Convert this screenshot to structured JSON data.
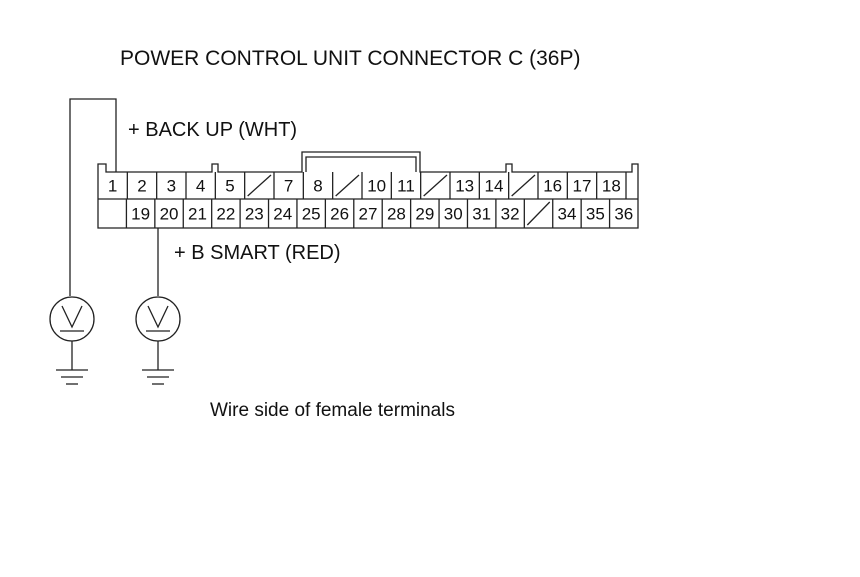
{
  "title": "POWER CONTROL UNIT CONNECTOR C (36P)",
  "wire_labels": {
    "backup": "+ BACK UP (WHT)",
    "bsmart": "+ B SMART (RED)"
  },
  "caption": "Wire side of female terminals",
  "connector": {
    "top_row": [
      "1",
      "2",
      "3",
      "4",
      "5",
      "/",
      "7",
      "8",
      "/",
      "10",
      "11",
      "/",
      "13",
      "14",
      "/",
      "16",
      "17",
      "18"
    ],
    "bottom_row": [
      "",
      "19",
      "20",
      "21",
      "22",
      "23",
      "24",
      "25",
      "26",
      "27",
      "28",
      "29",
      "30",
      "31",
      "32",
      "/",
      "34",
      "35",
      "36"
    ]
  },
  "meters": [
    {
      "symbol": "V",
      "probe_terminal": "1"
    },
    {
      "symbol": "V",
      "probe_terminal": "20"
    }
  ]
}
